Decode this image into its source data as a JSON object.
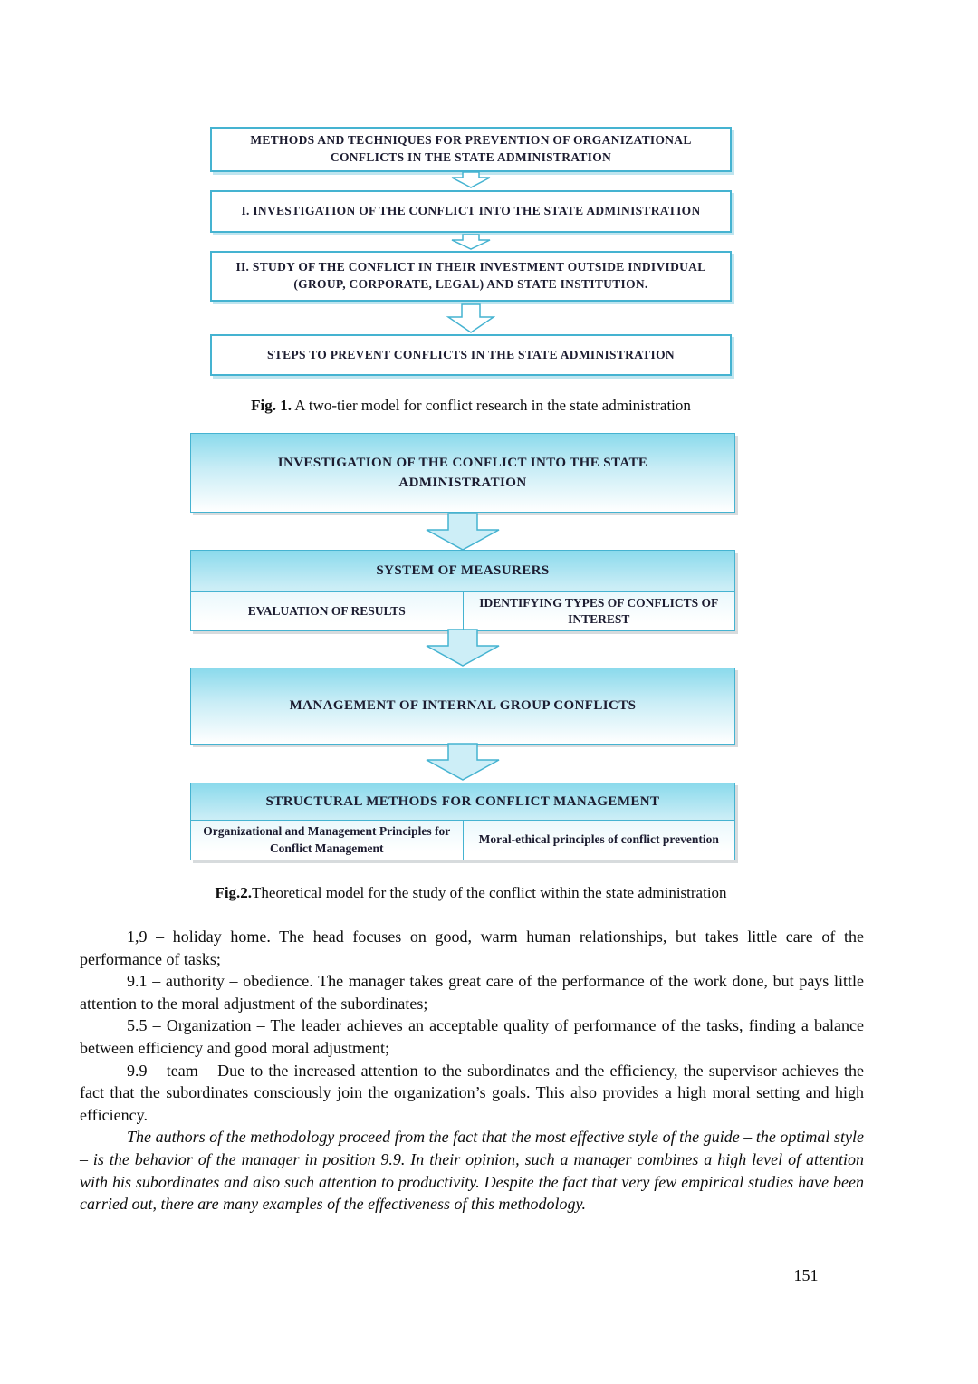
{
  "fig1": {
    "boxes": [
      "METHODS AND TECHNIQUES FOR PREVENTION OF ORGANIZATIONAL CONFLICTS IN THE STATE ADMINISTRATION",
      "I. INVESTIGATION OF THE CONFLICT INTO THE STATE ADMINISTRATION",
      "II. STUDY OF THE CONFLICT IN THEIR INVESTMENT OUTSIDE INDIVIDUAL (GROUP, CORPORATE, LEGAL) AND STATE INSTITUTION.",
      "STEPS TO PREVENT CONFLICTS IN THE STATE ADMINISTRATION"
    ],
    "caption_label": "Fig. 1.",
    "caption_text": " A two-tier model for conflict research in the state administration"
  },
  "fig2": {
    "box_investigation": "INVESTIGATION OF THE CONFLICT INTO THE STATE ADMINISTRATION",
    "box_system_header": "SYSTEM OF MEASURERS",
    "cell_evaluation": "EVALUATION OF RESULTS",
    "cell_identifying": "IDENTIFYING TYPES OF CONFLICTS OF INTEREST",
    "box_management": "MANAGEMENT OF INTERNAL GROUP CONFLICTS",
    "box_structural_header": "STRUCTURAL METHODS FOR CONFLICT MANAGEMENT",
    "cell_org_principles": "Organizational and Management Principles for Conflict Management",
    "cell_moral_ethical": "Moral-ethical principles of conflict prevention",
    "caption_label": "Fig.2.",
    "caption_text": "Theoretical model for the study of the conflict within the state administration"
  },
  "body": {
    "paragraphs": [
      {
        "text": "1,9 – holiday home. The head focuses on good, warm human relationships, but takes little care of the performance of tasks;"
      },
      {
        "text": "9.1 – authority – obedience. The manager takes great care of the performance of the work done, but pays little attention to the moral adjustment of the subordinates;"
      },
      {
        "text": "5.5 – Organization – The leader achieves an acceptable quality of performance of the tasks, finding a balance between efficiency and good moral adjustment;"
      },
      {
        "text": "9.9 – team – Due to the increased attention to the subordinates and the efficiency, the supervisor achieves the fact that the subordinates consciously join the organization’s goals. This also provides a high moral setting and high efficiency."
      },
      {
        "text": "The authors of the methodology proceed from the fact that the most effective style of the guide – the optimal style – is the behavior of the manager in position 9.9. In their opinion, such a manager combines a high level of attention with his subordinates and also such attention to productivity. Despite the fact that very few empirical studies have been carried out, there are many examples of the effectiveness of this methodology."
      }
    ]
  },
  "page": {
    "number": "151"
  }
}
